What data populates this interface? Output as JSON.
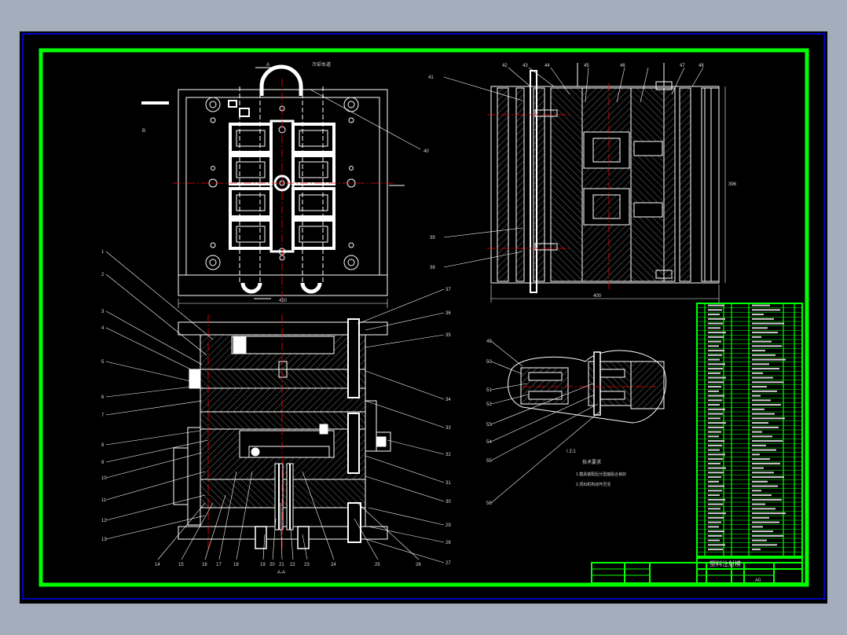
{
  "colors": {
    "background": "#a3adbc",
    "viewport": "#000000",
    "frame": "#00ff00",
    "outer_border": "#0000ff",
    "line": "#ffffff",
    "center_line": "#ff0000",
    "hatch": "#888888"
  },
  "top_view": {
    "section_label": "A",
    "annotation": "冷却水道",
    "dimension": "450",
    "section_cut": "B",
    "leader_label": "40"
  },
  "side_view": {
    "dimension_width": "400",
    "dimension_height": "396",
    "leader_labels": [
      "41",
      "42",
      "43",
      "44",
      "45",
      "46",
      "47",
      "48",
      "39",
      "38"
    ]
  },
  "section_view": {
    "caption": "A-A",
    "left_labels": [
      "1",
      "2",
      "3",
      "4",
      "5",
      "6",
      "7",
      "8",
      "9",
      "10",
      "11",
      "12",
      "13"
    ],
    "right_labels": [
      "37",
      "36",
      "35",
      "34",
      "33",
      "32",
      "31",
      "30",
      "29",
      "28",
      "27"
    ],
    "bottom_labels": [
      "14",
      "15",
      "16",
      "17",
      "18",
      "19",
      "20",
      "21",
      "22",
      "23",
      "24",
      "25",
      "26"
    ]
  },
  "detail_view": {
    "caption": "I 2:1",
    "labels": [
      "49",
      "50",
      "51",
      "52",
      "53",
      "54",
      "55",
      "56"
    ]
  },
  "tech_notes": {
    "title": "技术要求",
    "lines": [
      "1.模具装配后分型面贴合良好",
      "2.顶出机构动作灵活"
    ]
  },
  "title_block": {
    "title": "塑料注射模",
    "drawing_no": "A0"
  }
}
